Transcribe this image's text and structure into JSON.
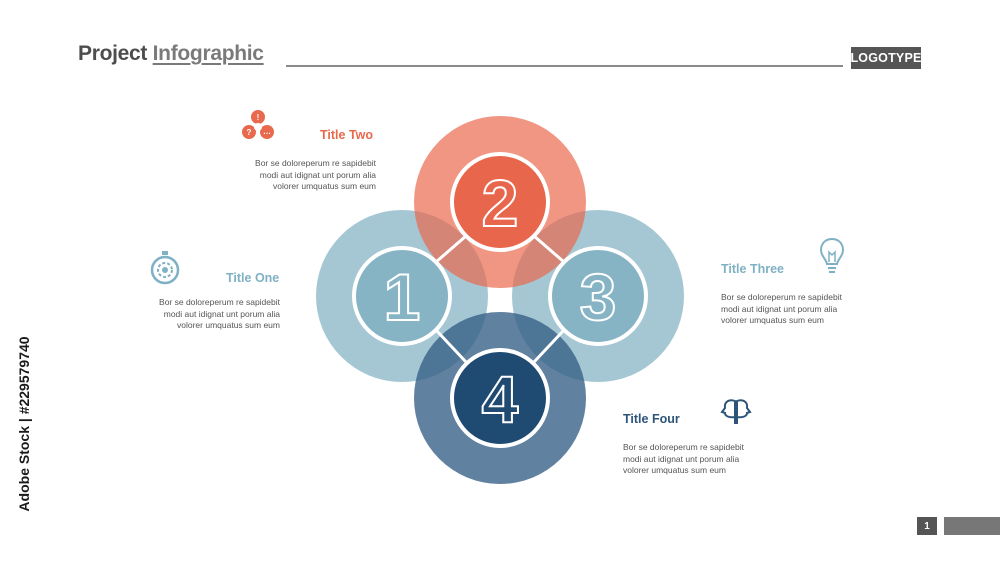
{
  "header": {
    "title_part1": "Project",
    "title_part2": "Infographic",
    "logotype": "LOGOTYPE"
  },
  "side_credit": "Adobe Stock | #229579740",
  "colors": {
    "one": "#8fb9c8",
    "two": "#ea6a4f",
    "three": "#8fb9c8",
    "four": "#345e85",
    "title_one": "#7fb1c4",
    "title_two": "#e8694d",
    "title_three": "#7fb1c4",
    "title_four": "#2e5579"
  },
  "items": [
    {
      "number": "1",
      "title": "Title One",
      "icon": "stopwatch-icon",
      "text": [
        "Bor se doloreperum re sapidebit",
        "modi aut idignat unt porum alia",
        "volorer umquatus sum eum"
      ]
    },
    {
      "number": "2",
      "title": "Title Two",
      "icon": "question-idea-icon",
      "text": [
        "Bor se doloreperum re sapidebit",
        "modi aut idignat unt porum alia",
        "volorer umquatus sum eum"
      ]
    },
    {
      "number": "3",
      "title": "Title Three",
      "icon": "lightbulb-icon",
      "text": [
        "Bor se doloreperum re sapidebit",
        "modi aut idignat unt porum alia",
        "volorer umquatus sum eum"
      ]
    },
    {
      "number": "4",
      "title": "Title Four",
      "icon": "two-heads-icon",
      "text": [
        "Bor se doloreperum re sapidebit",
        "modi aut idignat unt porum alia",
        "volorer umquatus sum eum"
      ]
    }
  ],
  "footer": {
    "page_number": "1"
  }
}
